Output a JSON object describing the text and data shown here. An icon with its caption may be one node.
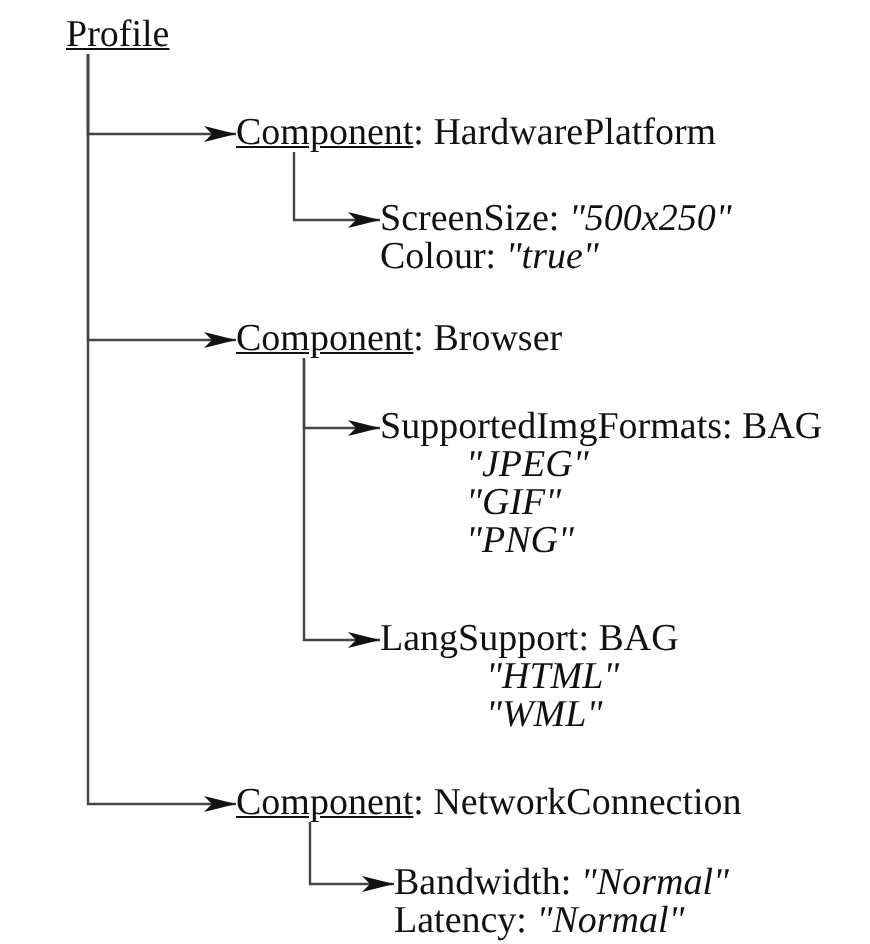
{
  "diagram": {
    "nodes": [
      {
        "text": [
          "Profile"
        ]
      },
      {
        "text": [
          "Component",
          ": HardwarePlatform"
        ]
      },
      {
        "text": [
          "ScreenSize: *\"500x250\"*",
          "Colour: *\"true\"*"
        ]
      },
      {
        "text": [
          "Component",
          ": Browser"
        ]
      },
      {
        "text": [
          "SupportedImgFormats: BAG",
          "\"JPEG\"",
          "\"GIF\"",
          "\"PNG\""
        ]
      },
      {
        "text": [
          "LangSupport: BAG",
          "\"HTML\"",
          "\"WML\""
        ]
      },
      {
        "text": [
          "Component",
          ": NetworkConnection"
        ]
      },
      {
        "text": [
          "Bandwidth: *\"Normal\"*",
          "Latency: *\"Normal\"*"
        ]
      }
    ],
    "edges": [
      {
        "from": 0,
        "to": 1,
        "arrow": "to"
      },
      {
        "from": 1,
        "to": 2,
        "arrow": "to"
      },
      {
        "from": 0,
        "to": 3,
        "arrow": "to"
      },
      {
        "from": 3,
        "to": 4,
        "arrow": "to"
      },
      {
        "from": 3,
        "to": 5,
        "arrow": "to"
      },
      {
        "from": 0,
        "to": 6,
        "arrow": "to"
      },
      {
        "from": 6,
        "to": 7,
        "arrow": "to"
      }
    ]
  }
}
